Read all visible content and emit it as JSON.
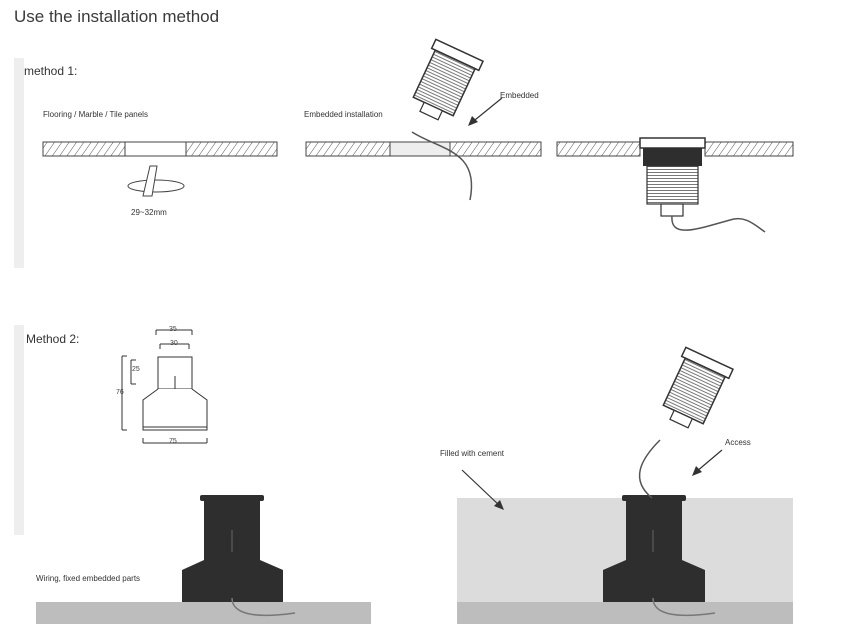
{
  "title": "Use the installation method",
  "method1": {
    "label": "method 1:",
    "panel_caption": "Flooring / Marble / Tile panels",
    "hole_size": "29~32mm",
    "embedded_install_caption": "Embedded installation",
    "embedded_arrow_label": "Embedded"
  },
  "method2": {
    "label": "Method 2:",
    "dims": {
      "top_width": "35",
      "inner_width": "30",
      "neck_height": "25",
      "total_height": "76",
      "base_width": "75"
    },
    "wiring_caption": "Wiring, fixed embedded parts",
    "cement_caption": "Filled with cement",
    "access_caption": "Access"
  },
  "colors": {
    "housing_dark": "#2e2e2e",
    "cement_fill": "#dcdcdc",
    "ground_fill": "#bdbdbd",
    "left_bar": "#eeeeee"
  }
}
